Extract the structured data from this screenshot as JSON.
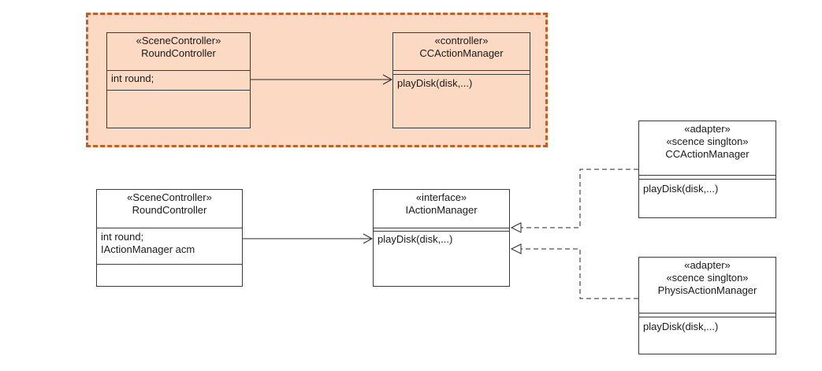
{
  "colors": {
    "group_fill": "#fbd9c3",
    "group_border": "#c0602a",
    "line": "#2a2a2a"
  },
  "top": {
    "round_controller": {
      "stereotype": "«SceneController»",
      "name": "RoundController",
      "attributes": [
        "int round;"
      ]
    },
    "cc_action_manager": {
      "stereotype": "«controller»",
      "name": "CCActionManager",
      "operations": [
        "playDisk(disk,...)"
      ]
    }
  },
  "bottom": {
    "round_controller": {
      "stereotype": "«SceneController»",
      "name": "RoundController",
      "attributes": [
        "int round;",
        "IActionManager acm"
      ]
    },
    "iaction_manager": {
      "stereotype": "«interface»",
      "name": "IActionManager",
      "operations": [
        "playDisk(disk,...)"
      ]
    },
    "cc_adapter": {
      "stereotypes": [
        "«adapter»",
        "«scence singlton»"
      ],
      "name": "CCActionManager",
      "operations": [
        "playDisk(disk,...)"
      ]
    },
    "physis_adapter": {
      "stereotypes": [
        "«adapter»",
        "«scence singlton»"
      ],
      "name": "PhysisActionManager",
      "operations": [
        "playDisk(disk,...)"
      ]
    }
  }
}
